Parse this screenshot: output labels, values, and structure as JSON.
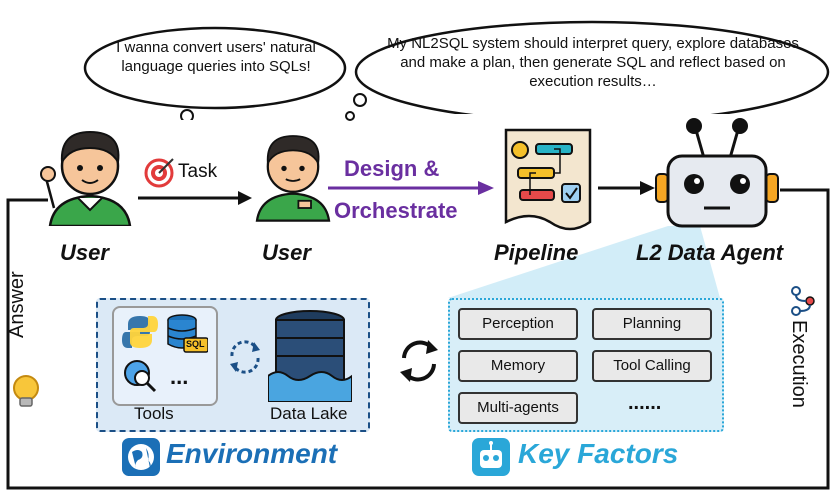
{
  "bubbles": {
    "user_thought": "I wanna convert users' natural language queries into SQLs!",
    "design_thought": "My NL2SQL system should interpret query, explore databases and make a plan, then generate SQL and reflect based on execution results…"
  },
  "top_row": {
    "user1_label": "User",
    "task_label": "Task",
    "user2_label": "User",
    "design_line1": "Design &",
    "design_line2": "Orchestrate",
    "pipeline_label": "Pipeline",
    "agent_label": "L2 Data Agent"
  },
  "environment": {
    "title": "Environment",
    "tools_label": "Tools",
    "datalake_label": "Data Lake",
    "sql_tag": "SQL",
    "ellipsis": "..."
  },
  "key_factors": {
    "title": "Key Factors",
    "items": [
      "Perception",
      "Planning",
      "Memory",
      "Tool Calling",
      "Multi-agents",
      "......"
    ]
  },
  "side_labels": {
    "answer": "Answer",
    "execution": "Execution"
  },
  "colors": {
    "accent_blue": "#1b6fb6",
    "panel_fill": "#dbe9f6",
    "factor_panel_fill": "#d8eef8",
    "design_purple": "#6a2fa0"
  }
}
